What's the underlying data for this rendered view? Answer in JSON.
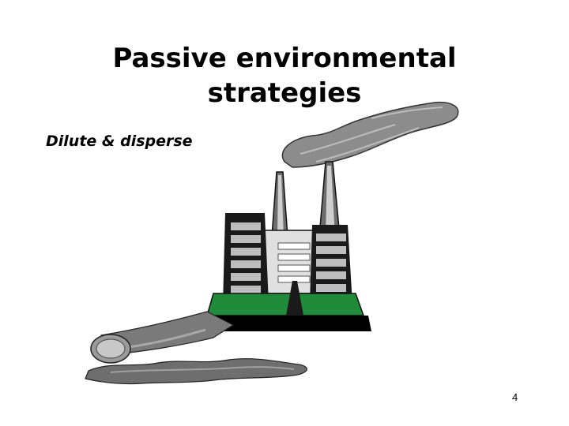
{
  "slide": {
    "title_lines": [
      "Passive environmental",
      "strategies"
    ],
    "subtitle": "Dilute & disperse",
    "page_number": "4"
  },
  "illustration": {
    "icon": "factory-pollution-icon",
    "parts": [
      "smoke-plume",
      "smokestacks",
      "factory-buildings",
      "discharge-pipe",
      "effluent-spill"
    ]
  }
}
